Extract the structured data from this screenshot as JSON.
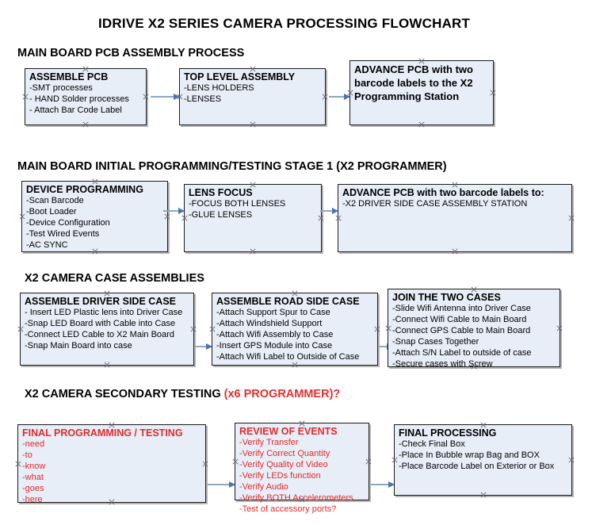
{
  "document": {
    "title": "IDRIVE X2  SERIES CAMERA PROCESSING FLOWCHART",
    "colors": {
      "node_fill": "#e8eef7",
      "node_border": "#1a1a1a",
      "connector": "#8ca9c4",
      "arrow": "#4a74b5",
      "accent_red": "#e02b2b"
    }
  },
  "sections": [
    {
      "heading": "MAIN BOARD PCB ASSEMBLY PROCESS",
      "heading_accent": "",
      "nodes": [
        {
          "title": "ASSEMBLE PCB",
          "lines": [
            " -SMT processes",
            "- HAND Solder processes",
            "- Attach Bar Code Label"
          ],
          "color": "black"
        },
        {
          "title": "TOP LEVEL ASSEMBLY",
          "lines": [
            "-LENS HOLDERS",
            "-LENSES"
          ],
          "color": "black"
        },
        {
          "title": "ADVANCE PCB with two barcode labels to the  X2 Programming Station",
          "lines": [],
          "color": "black"
        }
      ]
    },
    {
      "heading": "MAIN BOARD INITIAL PROGRAMMING/TESTING STAGE 1 (X2 PROGRAMMER)",
      "heading_accent": "",
      "nodes": [
        {
          "title": "DEVICE PROGRAMMING",
          "lines": [
            "-Scan Barcode",
            "-Boot Loader",
            "-Device Configuration",
            "-Test Wired Events",
            "-AC SYNC"
          ],
          "color": "black"
        },
        {
          "title": "LENS FOCUS",
          "lines": [
            "-FOCUS BOTH LENSES",
            "-GLUE LENSES"
          ],
          "color": "black"
        },
        {
          "title": "ADVANCE PCB with two barcode labels to:",
          "lines": [
            "-X2 DRIVER  SIDE  CASE  ASSEMBLY STATION"
          ],
          "color": "black"
        }
      ]
    },
    {
      "heading": "X2 CAMERA CASE ASSEMBLIES",
      "heading_accent": "",
      "nodes": [
        {
          "title": "ASSEMBLE DRIVER SIDE CASE",
          "lines": [
            "- Insert LED Plastic lens into Driver Case",
            "-Snap LED Board with Cable into Case",
            "-Connect LED Cable to X2 Main Board",
            "-Snap Main Board into case"
          ],
          "color": "black"
        },
        {
          "title": "ASSEMBLE ROAD SIDE CASE",
          "lines": [
            "-Attach Support Spur to Case",
            "-Attach Windshield Support",
            "-Attach Wifi Assembly to Case",
            "-Insert GPS Module into Case",
            "-Attach Wifi Label to Outside of Case"
          ],
          "color": "black"
        },
        {
          "title": "JOIN THE TWO CASES",
          "lines": [
            "-Slide Wifi Antenna into Driver Case",
            "-Connect Wifi Cable to Main Board",
            "-Connect GPS Cable to Main Board",
            "-Snap Cases Together",
            "-Attach S/N Label to outside of case",
            "-Secure cases with Screw"
          ],
          "color": "black"
        }
      ]
    },
    {
      "heading": "X2 CAMERA SECONDARY TESTING ",
      "heading_accent": "(x6 PROGRAMMER)?",
      "nodes": [
        {
          "title": "FINAL PROGRAMMING / TESTING",
          "lines": [
            "-need",
            "-to",
            "-know",
            "-what",
            "-goes",
            "-here"
          ],
          "color": "red"
        },
        {
          "title": "REVIEW OF EVENTS",
          "lines": [
            "-Verify Transfer",
            "-Verify Correct Quantity",
            "-Verify Quality of Video",
            "-Verify LEDs function",
            "-Verify Audio",
            "-Verify BOTH Accelerometers",
            "-Test of accessory ports?"
          ],
          "color": "red"
        },
        {
          "title": "FINAL PROCESSING",
          "lines": [
            " -Check Final Box",
            "-Place In Bubble wrap Bag and BOX",
            "-Place Barcode Label on Exterior or Box"
          ],
          "color": "black"
        }
      ]
    }
  ]
}
